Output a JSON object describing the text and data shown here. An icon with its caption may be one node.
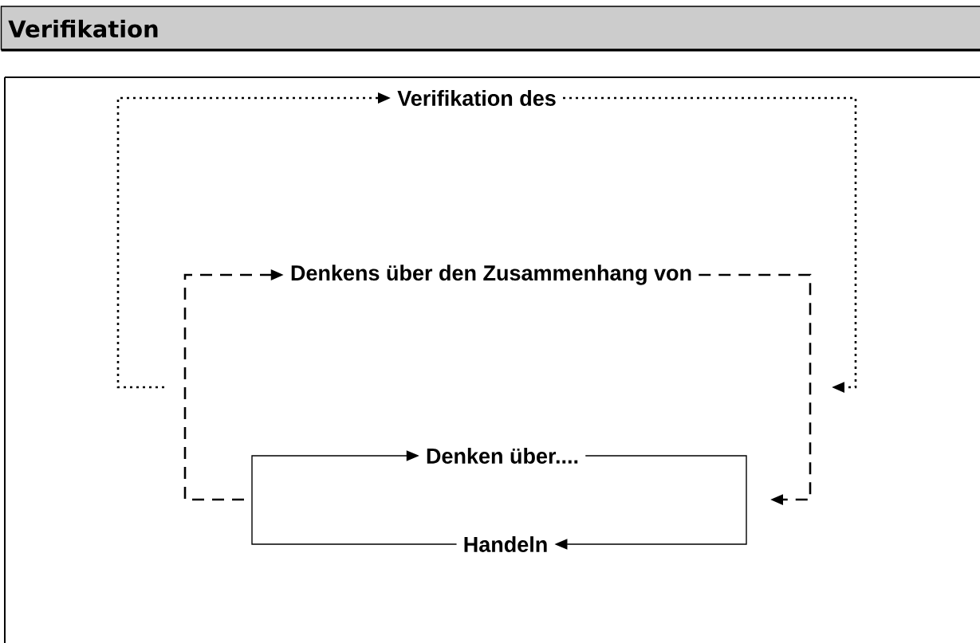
{
  "diagram": {
    "title": "Verifikation",
    "nodes": [
      {
        "text": [
          "Verifikation des"
        ]
      },
      {
        "text": [
          "Denkens über den Zusammenhang von"
        ]
      },
      {
        "text": [
          "Denken über...."
        ]
      },
      {
        "text": [
          "Handeln"
        ]
      }
    ],
    "edges": [
      {
        "from": 3,
        "to": 2,
        "arrow": "to"
      },
      {
        "from": 2,
        "to": 3,
        "arrow": "to"
      },
      {
        "from": 1,
        "to": null,
        "arrow": "to",
        "style": "dashed"
      },
      {
        "from": null,
        "to": 1,
        "arrow": "to",
        "style": "dashed"
      },
      {
        "from": 0,
        "to": null,
        "arrow": "to",
        "style": "dashed"
      },
      {
        "from": null,
        "to": 0,
        "arrow": "to",
        "style": "dashed"
      }
    ]
  }
}
